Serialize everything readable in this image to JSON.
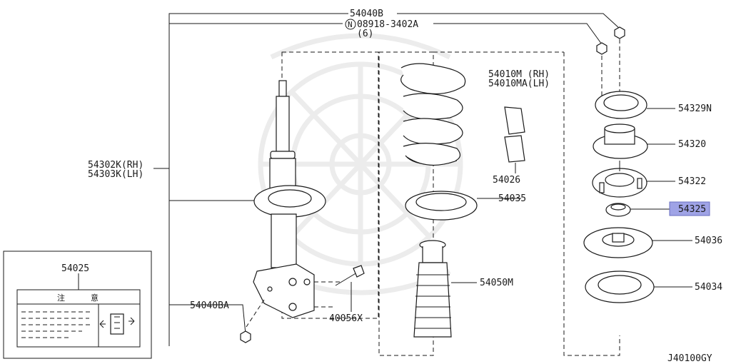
{
  "diagram": {
    "footer_code": "J40100GY",
    "highlight_color": "#9fa3e6",
    "labels": {
      "p54040B": "54040B",
      "p08918": "08918-3402A",
      "p08918_qty": "(6)",
      "p08918_symbol": "N",
      "p54010M": "54010M (RH)",
      "p54010MA": "54010MA(LH)",
      "p54302K": "54302K(RH)",
      "p54303K": "54303K(LH)",
      "p54329N": "54329N",
      "p54320": "54320",
      "p54322": "54322",
      "p54325": "54325",
      "p54036": "54036",
      "p54034": "54034",
      "p54026": "54026",
      "p54035": "54035",
      "p54050M": "54050M",
      "p54040BA": "54040BA",
      "p40056X": "40056X",
      "p54025": "54025"
    },
    "caution_label": {
      "heading_left": "注",
      "heading_right": "意"
    }
  }
}
